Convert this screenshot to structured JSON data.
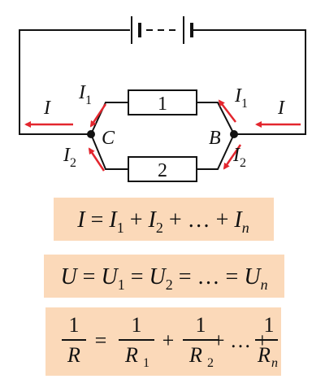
{
  "circuit": {
    "battery_gap": "- -",
    "resistor_1": "1",
    "resistor_2": "2",
    "node_left": "C",
    "node_right": "B",
    "current_main_left": "I",
    "current_main_right": "I",
    "current_branch_left_top": {
      "base": "I",
      "sub": "1"
    },
    "current_branch_left_bottom": {
      "base": "I",
      "sub": "2"
    },
    "current_branch_right_top": {
      "base": "I",
      "sub": "1"
    },
    "current_branch_right_bottom": {
      "base": "I",
      "sub": "2"
    }
  },
  "formulas": {
    "current_sum": "I = I₁ + I₂ + … + Iₙ",
    "voltage_equal": "U = U₁ = U₂ = … = Uₙ",
    "resistance_reciprocal": "1/R = 1/R₁ + 1/R₂ + … + 1/Rₙ"
  },
  "colors": {
    "wire": "#111111",
    "arrow": "#e3262e",
    "formula_bg": "#fbd9b9"
  }
}
